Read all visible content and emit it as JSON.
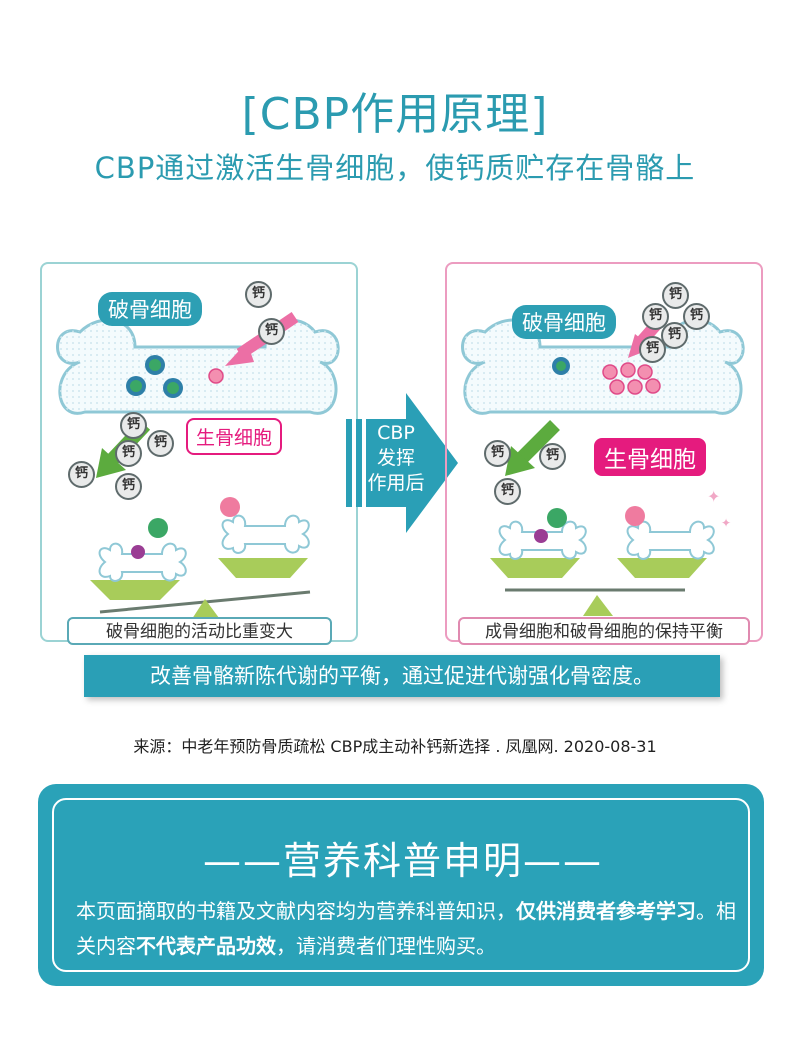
{
  "header": {
    "title": "[CBP作用原理]",
    "subtitle": "CBP通过激活生骨细胞，使钙质贮存在骨骼上"
  },
  "left_panel": {
    "osteoclast_label": "破骨细胞",
    "osteoblast_label": "生骨细胞",
    "calcium_glyph": "钙",
    "caption": "破骨细胞的活动比重变大"
  },
  "right_panel": {
    "osteoclast_label": "破骨细胞",
    "osteoblast_label": "生骨细胞",
    "calcium_glyph": "钙",
    "caption": "成骨细胞和破骨细胞的保持平衡"
  },
  "transition_arrow": {
    "line1": "CBP",
    "line2": "发挥",
    "line3": "作用后"
  },
  "banner": {
    "text": "改善骨骼新陈代谢的平衡，通过促进代谢强化骨密度。"
  },
  "source": {
    "text": "来源：中老年预防骨质疏松 CBP成主动补钙新选择 . 凤凰网. 2020-08-31"
  },
  "notice": {
    "title": "——营养科普申明——",
    "body_part1": "本页面摘取的书籍及文献内容均为营养科普知识，",
    "body_bold1": "仅供消费者参考学习",
    "body_part2": "。相关内容",
    "body_bold2": "不代表产品功效",
    "body_part3": "，请消费者们理性购买。"
  },
  "colors": {
    "teal": "#2b9bb0",
    "pink": "#e51b7e",
    "light_teal_border": "#9bd3d4",
    "light_pink_border": "#ec9cc0",
    "scale_green": "#a8cc5a"
  }
}
